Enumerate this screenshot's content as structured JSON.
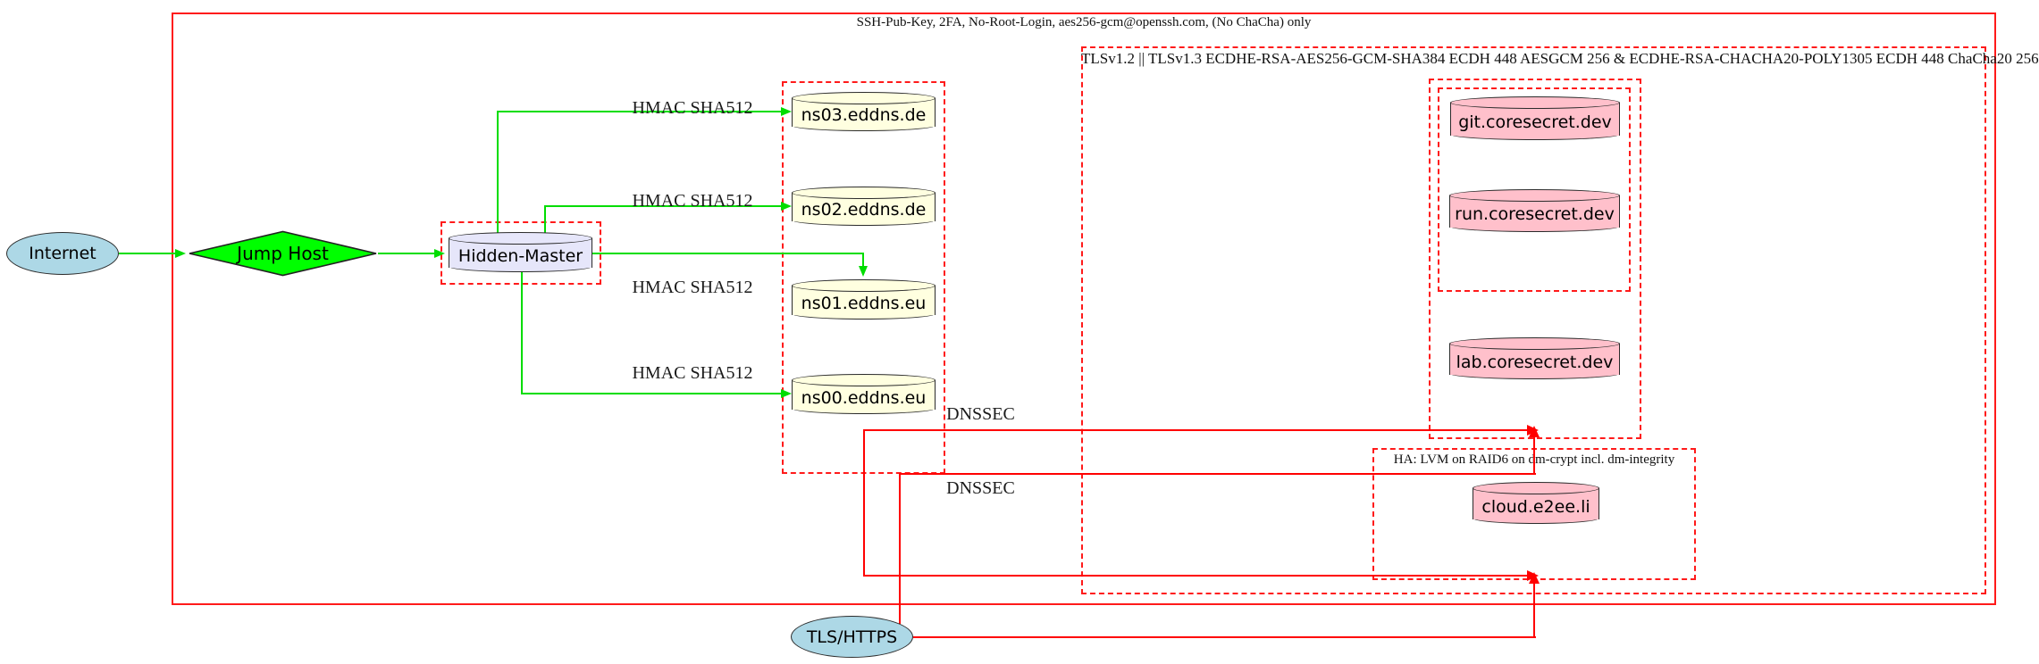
{
  "clusters": {
    "perimeter": {
      "label": "SSH-Pub-Key, 2FA, No-Root-Login, aes256-gcm@openssh.com, (No ChaCha) only"
    },
    "tls": {
      "label": "TLSv1.2 || TLSv1.3 ECDHE-RSA-AES256-GCM-SHA384 ECDH 448 AESGCM 256 & ECDHE-RSA-CHACHA20-POLY1305 ECDH 448 ChaCha20 256"
    },
    "ha": {
      "label": "HA: LVM on RAID6 on dm-crypt incl. dm-integrity"
    }
  },
  "nodes": {
    "internet": {
      "label": "Internet",
      "shape": "ellipse",
      "fill": "#add8e6"
    },
    "jump_host": {
      "label": "Jump Host",
      "shape": "diamond",
      "fill": "#00ff00"
    },
    "hidden_master": {
      "label": "Hidden-Master",
      "shape": "cylinder",
      "fill": "#e6e6fa"
    },
    "ns03": {
      "label": "ns03.eddns.de",
      "shape": "cylinder",
      "fill": "#ffffe0"
    },
    "ns02": {
      "label": "ns02.eddns.de",
      "shape": "cylinder",
      "fill": "#ffffe0"
    },
    "ns01": {
      "label": "ns01.eddns.eu",
      "shape": "cylinder",
      "fill": "#ffffe0"
    },
    "ns00": {
      "label": "ns00.eddns.eu",
      "shape": "cylinder",
      "fill": "#ffffe0"
    },
    "git": {
      "label": "git.coresecret.dev",
      "shape": "cylinder",
      "fill": "#ffc0cb"
    },
    "run": {
      "label": "run.coresecret.dev",
      "shape": "cylinder",
      "fill": "#ffc0cb"
    },
    "lab": {
      "label": "lab.coresecret.dev",
      "shape": "cylinder",
      "fill": "#ffc0cb"
    },
    "cloud": {
      "label": "cloud.e2ee.li",
      "shape": "cylinder",
      "fill": "#ffc0cb"
    },
    "tls_https": {
      "label": "TLS/HTTPS",
      "shape": "ellipse",
      "fill": "#add8e6"
    }
  },
  "edge_labels": {
    "hmac_ns03": "HMAC SHA512",
    "hmac_ns02": "HMAC SHA512",
    "hmac_ns01": "HMAC SHA512",
    "hmac_ns00": "HMAC SHA512",
    "dnssec_upper": "DNSSEC",
    "dnssec_lower": "DNSSEC"
  },
  "colors": {
    "secure_edge_green": "#00dd00",
    "tls_edge_red": "#ff0000",
    "cluster_border_red": "#ff1a1a",
    "node_outline": "#2b2b2b"
  }
}
